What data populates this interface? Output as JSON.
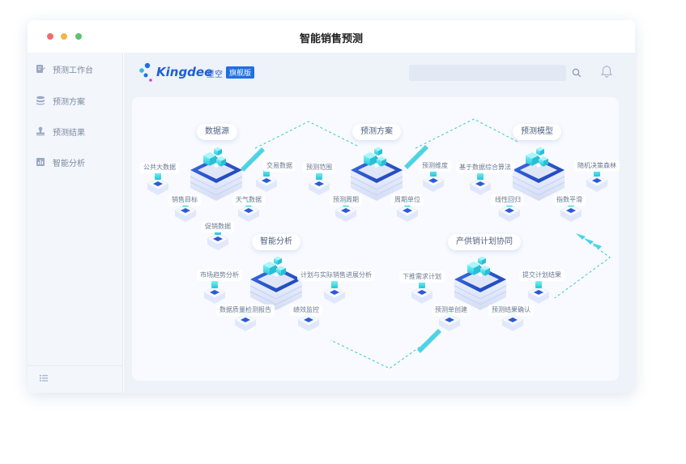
{
  "window": {
    "title": "智能销售预测"
  },
  "sidebar": {
    "items": [
      {
        "label": "预测工作台",
        "icon": "workbench-icon"
      },
      {
        "label": "预测方案",
        "icon": "database-icon"
      },
      {
        "label": "预测结果",
        "icon": "stamp-icon"
      },
      {
        "label": "智能分析",
        "icon": "analysis-icon"
      }
    ],
    "bottom_icon": "list-icon"
  },
  "header": {
    "brand": "Kingdee",
    "brand_sub": "星空",
    "brand_badge": "旗舰版",
    "search": {
      "value": "",
      "placeholder": ""
    }
  },
  "diagram": {
    "stages": [
      {
        "title": "数据源",
        "nodes": [
          "公共大数据",
          "交易数据",
          "销售目标",
          "天气数据",
          "促销数据"
        ]
      },
      {
        "title": "预测方案",
        "nodes": [
          "预测范围",
          "预测维度",
          "预测周期",
          "周期单位"
        ]
      },
      {
        "title": "预测模型",
        "nodes": [
          "基于数据综合算法",
          "随机决策森林",
          "线性回归",
          "指数平滑"
        ]
      },
      {
        "title": "智能分析",
        "nodes": [
          "市场趋势分析",
          "计划与实际销售进展分析",
          "数据质量检测报告",
          "绩效监控"
        ]
      },
      {
        "title": "产供销计划协同",
        "nodes": [
          "下推需求计划",
          "提交计划结果",
          "预测单创建",
          "预测结果确认"
        ]
      }
    ]
  },
  "colors": {
    "accent": "#1f6fe3",
    "cyan": "#31d6e6",
    "platform_blue": "#2a5bd7",
    "sidebar_text": "#7d8aa3"
  }
}
